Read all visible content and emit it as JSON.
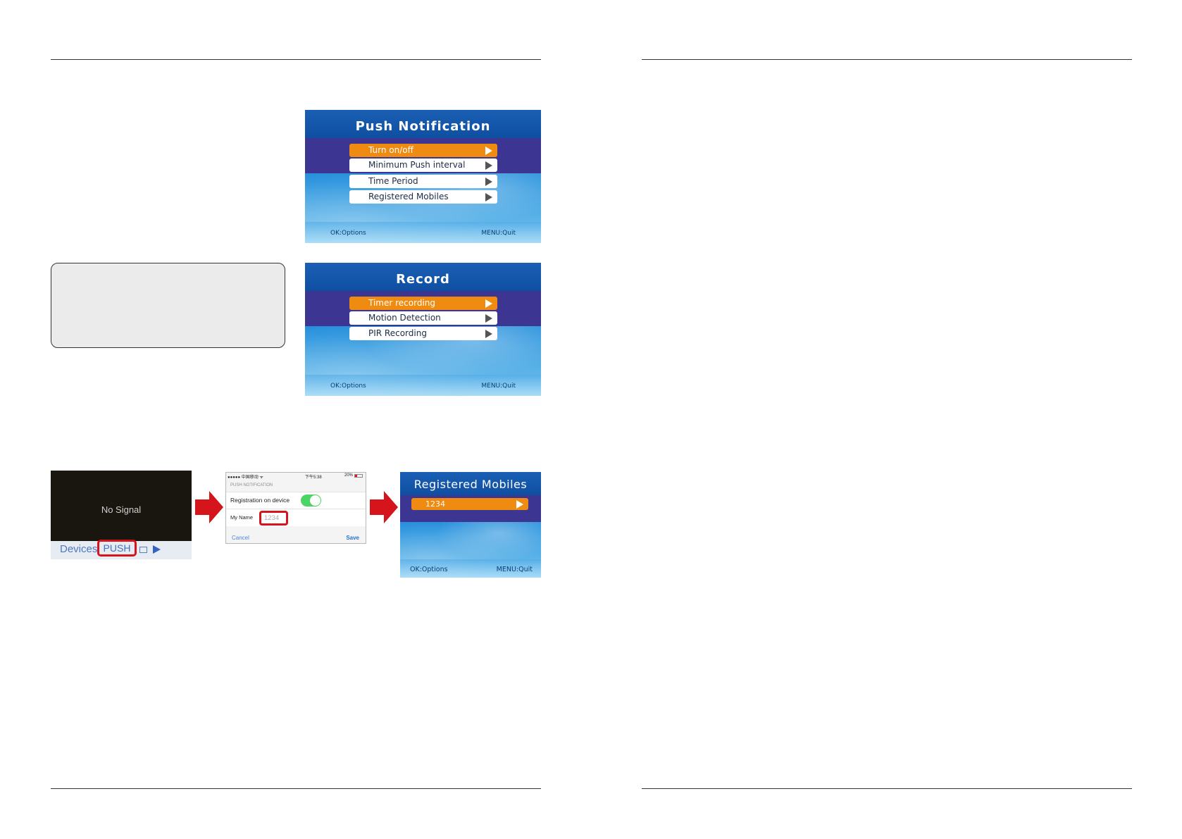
{
  "panels": {
    "push_notification": {
      "title": "Push Notification",
      "items": [
        "Turn on/off",
        "Minimum Push interval",
        "Time Period",
        "Registered Mobiles"
      ],
      "footer_left": "OK:Options",
      "footer_right": "MENU:Quit"
    },
    "record": {
      "title": "Record",
      "items": [
        "Timer recording",
        "Motion Detection",
        "PIR Recording"
      ],
      "footer_left": "OK:Options",
      "footer_right": "MENU:Quit"
    },
    "registered_mobiles": {
      "title": "Registered Mobiles",
      "items": [
        "1234"
      ],
      "footer_left": "OK:Options",
      "footer_right": "MENU:Quit"
    }
  },
  "live_view": {
    "no_signal": "No Signal",
    "devices_label": "Devices",
    "push_label": "PUSH"
  },
  "phone": {
    "status_left": "●●●●● 中国移动 ᯤ",
    "status_time": "下午5:38",
    "status_battery": "20%",
    "section_header": "PUSH NOTIFICATION",
    "registration_label": "Registration on device",
    "registration_on": true,
    "name_label": "My Name",
    "name_value": "1234",
    "cancel_label": "Cancel",
    "save_label": "Save"
  },
  "colors": {
    "highlight_orange": "#f08b12",
    "band_purple": "#3d3592",
    "alert_red": "#d6141c",
    "toggle_green": "#4cd564"
  }
}
